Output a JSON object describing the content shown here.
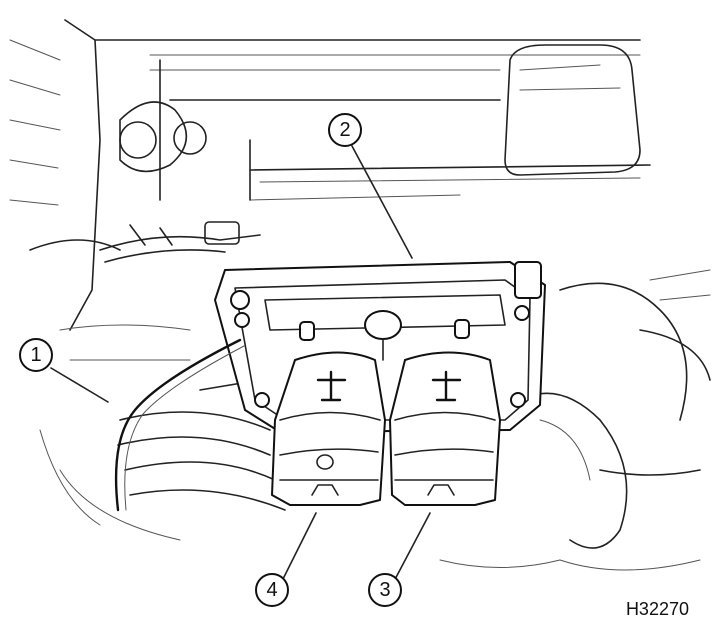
{
  "callouts": [
    {
      "id": "1",
      "label": "1"
    },
    {
      "id": "2",
      "label": "2"
    },
    {
      "id": "3",
      "label": "3"
    },
    {
      "id": "4",
      "label": "4"
    }
  ],
  "figure_id": "H32270"
}
